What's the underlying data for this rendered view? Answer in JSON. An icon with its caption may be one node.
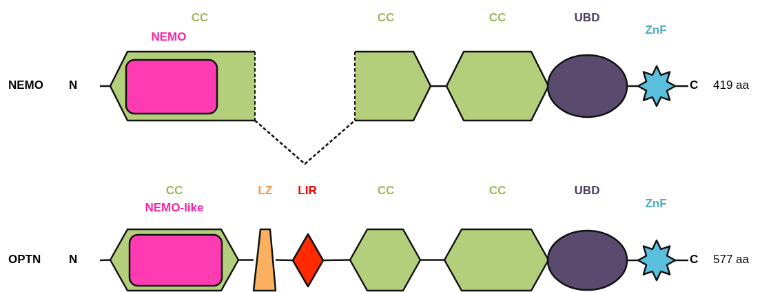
{
  "diagram": {
    "nodes": [
      {
        "text": [
          "CC"
        ]
      },
      {
        "text": [
          "NEMO"
        ],
        "in": 0
      },
      {
        "text": [
          "CC"
        ]
      },
      {
        "text": [
          "CC"
        ]
      },
      {
        "text": [
          "UBD"
        ]
      },
      {
        "text": [
          "ZnF"
        ]
      },
      {
        "text": [
          "CC"
        ]
      },
      {
        "text": [
          "NEMO-like"
        ],
        "in": 6
      },
      {
        "text": [
          "LZ"
        ]
      },
      {
        "text": [
          "LIR"
        ]
      },
      {
        "text": [
          "CC"
        ]
      },
      {
        "text": [
          "CC"
        ]
      },
      {
        "text": [
          "UBD"
        ]
      },
      {
        "text": [
          "ZnF"
        ]
      },
      {
        "text": [
          "C"
        ]
      },
      {
        "text": [
          "C"
        ]
      }
    ],
    "edges": [
      {
        "from": null,
        "to": 0,
        "arrow": "none"
      },
      {
        "from": 0,
        "to": 2,
        "arrow": "none",
        "style": "dashed"
      },
      {
        "from": 2,
        "to": 3,
        "arrow": "none"
      },
      {
        "from": 4,
        "to": 5,
        "arrow": "none"
      },
      {
        "from": 5,
        "to": 14,
        "arrow": "none"
      },
      {
        "from": null,
        "to": 6,
        "arrow": "none"
      },
      {
        "from": 6,
        "to": 8,
        "arrow": "none"
      },
      {
        "from": 8,
        "to": 9,
        "arrow": "none"
      },
      {
        "from": 9,
        "to": 10,
        "arrow": "none"
      },
      {
        "from": 10,
        "to": 11,
        "arrow": "none"
      },
      {
        "from": 12,
        "to": 13,
        "arrow": "none"
      },
      {
        "from": 13,
        "to": 15,
        "arrow": "none"
      }
    ],
    "labels": [
      "NEMO",
      "N",
      "419 aa",
      "OPTN",
      "N",
      "577 aa"
    ]
  }
}
